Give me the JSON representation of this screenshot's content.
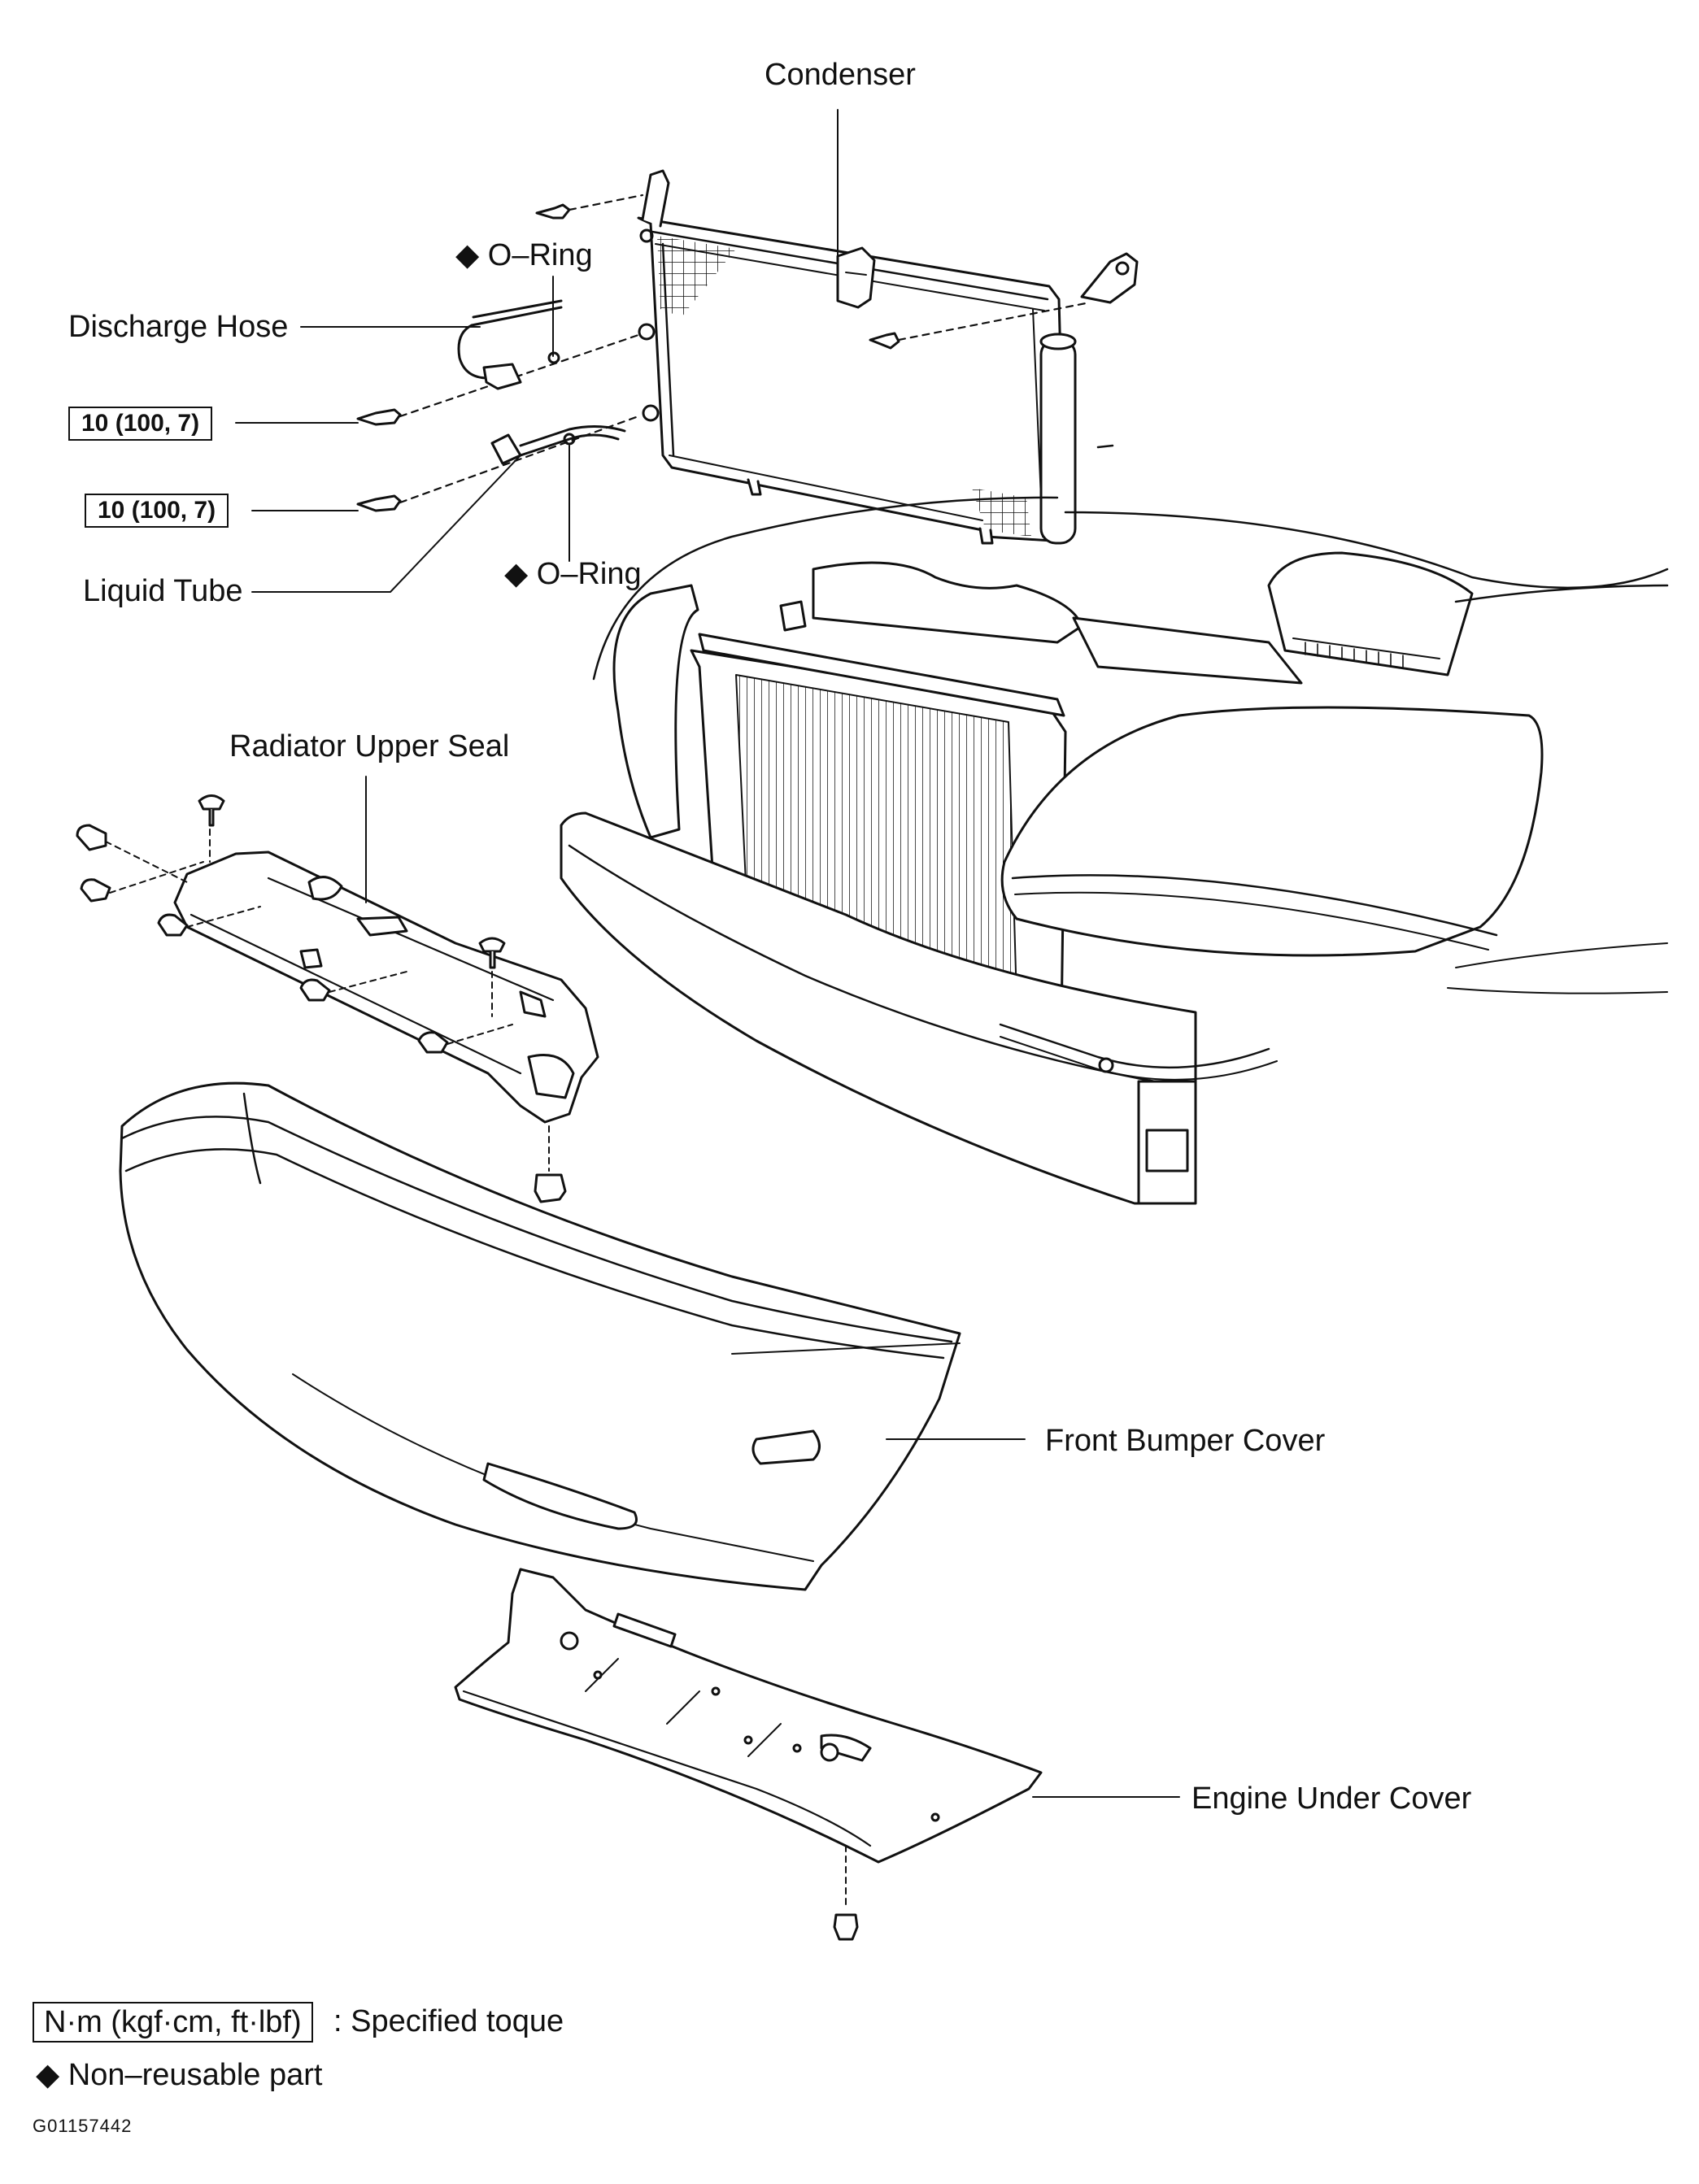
{
  "labels": {
    "condenser": "Condenser",
    "o_ring_upper": "O–Ring",
    "discharge_hose": "Discharge Hose",
    "liquid_tube": "Liquid Tube",
    "o_ring_lower": "O–Ring",
    "radiator_upper_seal": "Radiator Upper Seal",
    "front_bumper_cover": "Front Bumper Cover",
    "engine_under_cover": "Engine Under Cover"
  },
  "torque_boxes": [
    "10 (100, 7)",
    "10 (100, 7)"
  ],
  "legend": {
    "torque_unit": "N·m (kgf·cm, ft·lbf)",
    "torque_desc": ": Specified toque",
    "non_reusable": "Non–reusable part",
    "diamond": "◆"
  },
  "figure_id": "G01157442"
}
